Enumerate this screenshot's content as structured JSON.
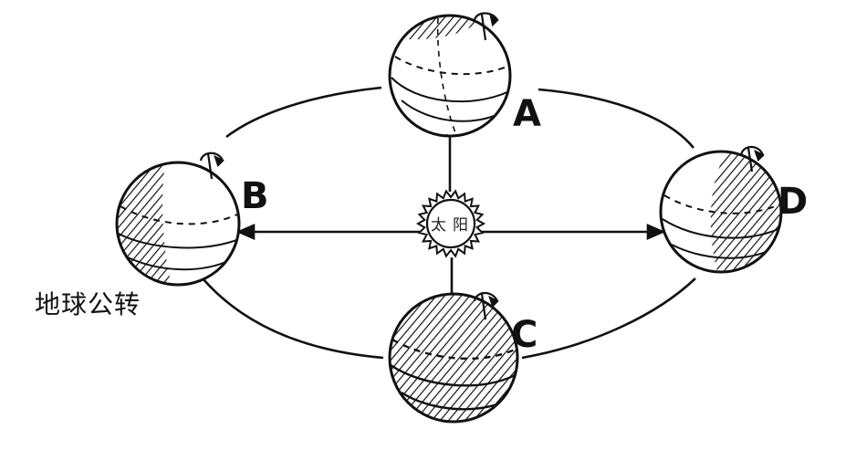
{
  "diagram": {
    "caption": "地球公转",
    "sun": {
      "label_1": "太",
      "label_2": "阳"
    },
    "positions": [
      {
        "id": "A",
        "label": "A"
      },
      {
        "id": "B",
        "label": "B"
      },
      {
        "id": "C",
        "label": "C"
      },
      {
        "id": "D",
        "label": "D"
      }
    ]
  },
  "colors": {
    "ink": "#111111",
    "background": "#ffffff"
  }
}
